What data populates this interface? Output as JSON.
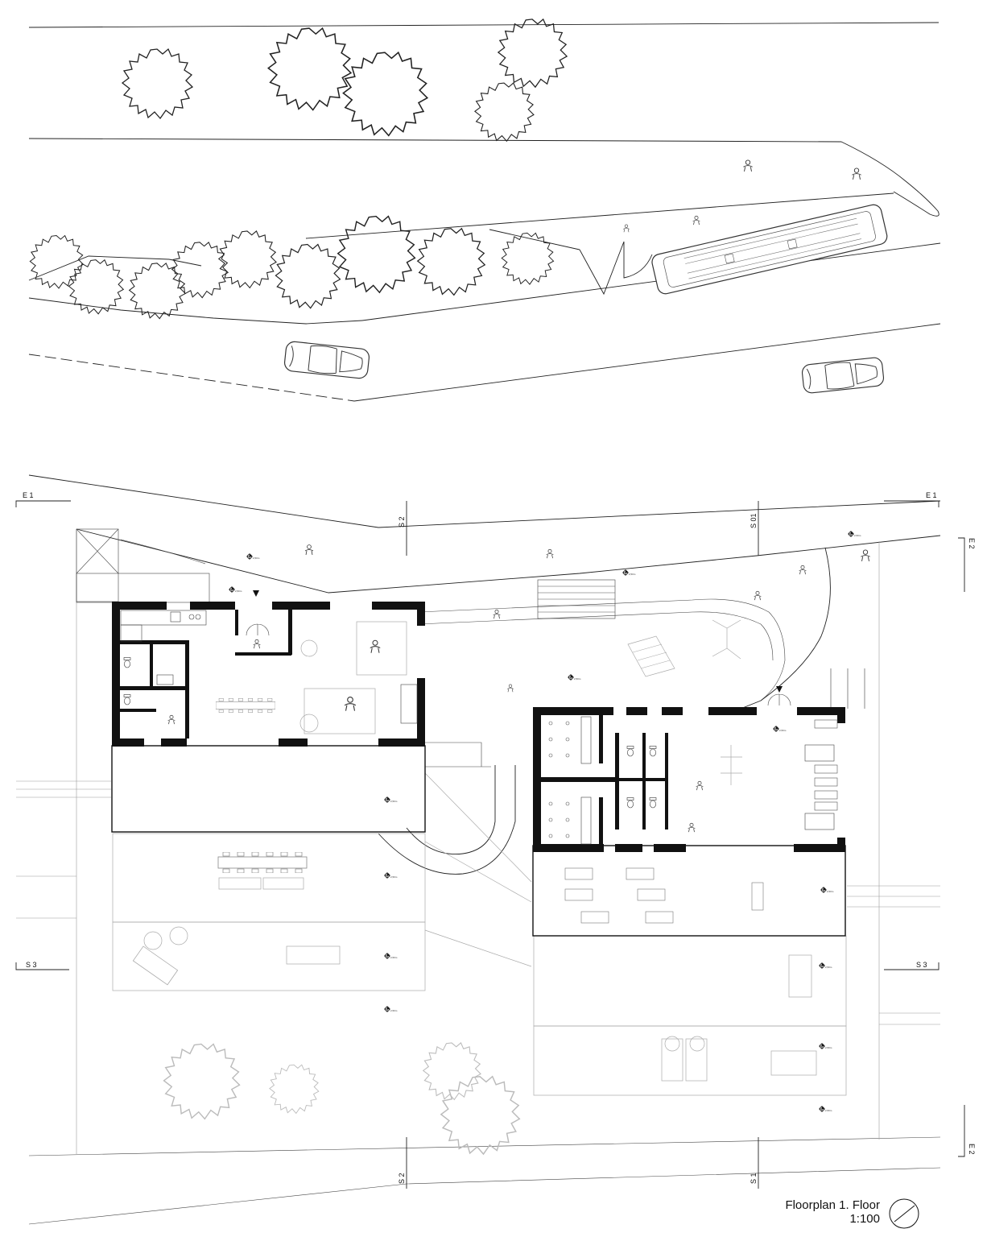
{
  "drawing": {
    "title": "Floorplan 1. Floor",
    "scale": "1:100"
  },
  "section_markers": {
    "e1_left": "E 1",
    "e1_right": "E 1",
    "e2_top": "E 2",
    "e2_bottom": "E 2",
    "s2_top": "S 2",
    "s2_bottom": "S 2",
    "s01": "S 01",
    "s1": "S 1",
    "s3_left": "S 3",
    "s3_right": "S 3"
  },
  "elevation_marks": {
    "m1": "2,50m",
    "m2": "2,50m",
    "m3": "2,50m",
    "m4": "2,50m",
    "m5": "2,50m",
    "m6": "2,50m",
    "m7": "2,50m",
    "m8": "2,50m",
    "m9": "2,50m",
    "m10": "2,50m",
    "m11": "2,50m",
    "m12": "2,50m",
    "m13": "2,50m",
    "m14": "2,50m"
  }
}
